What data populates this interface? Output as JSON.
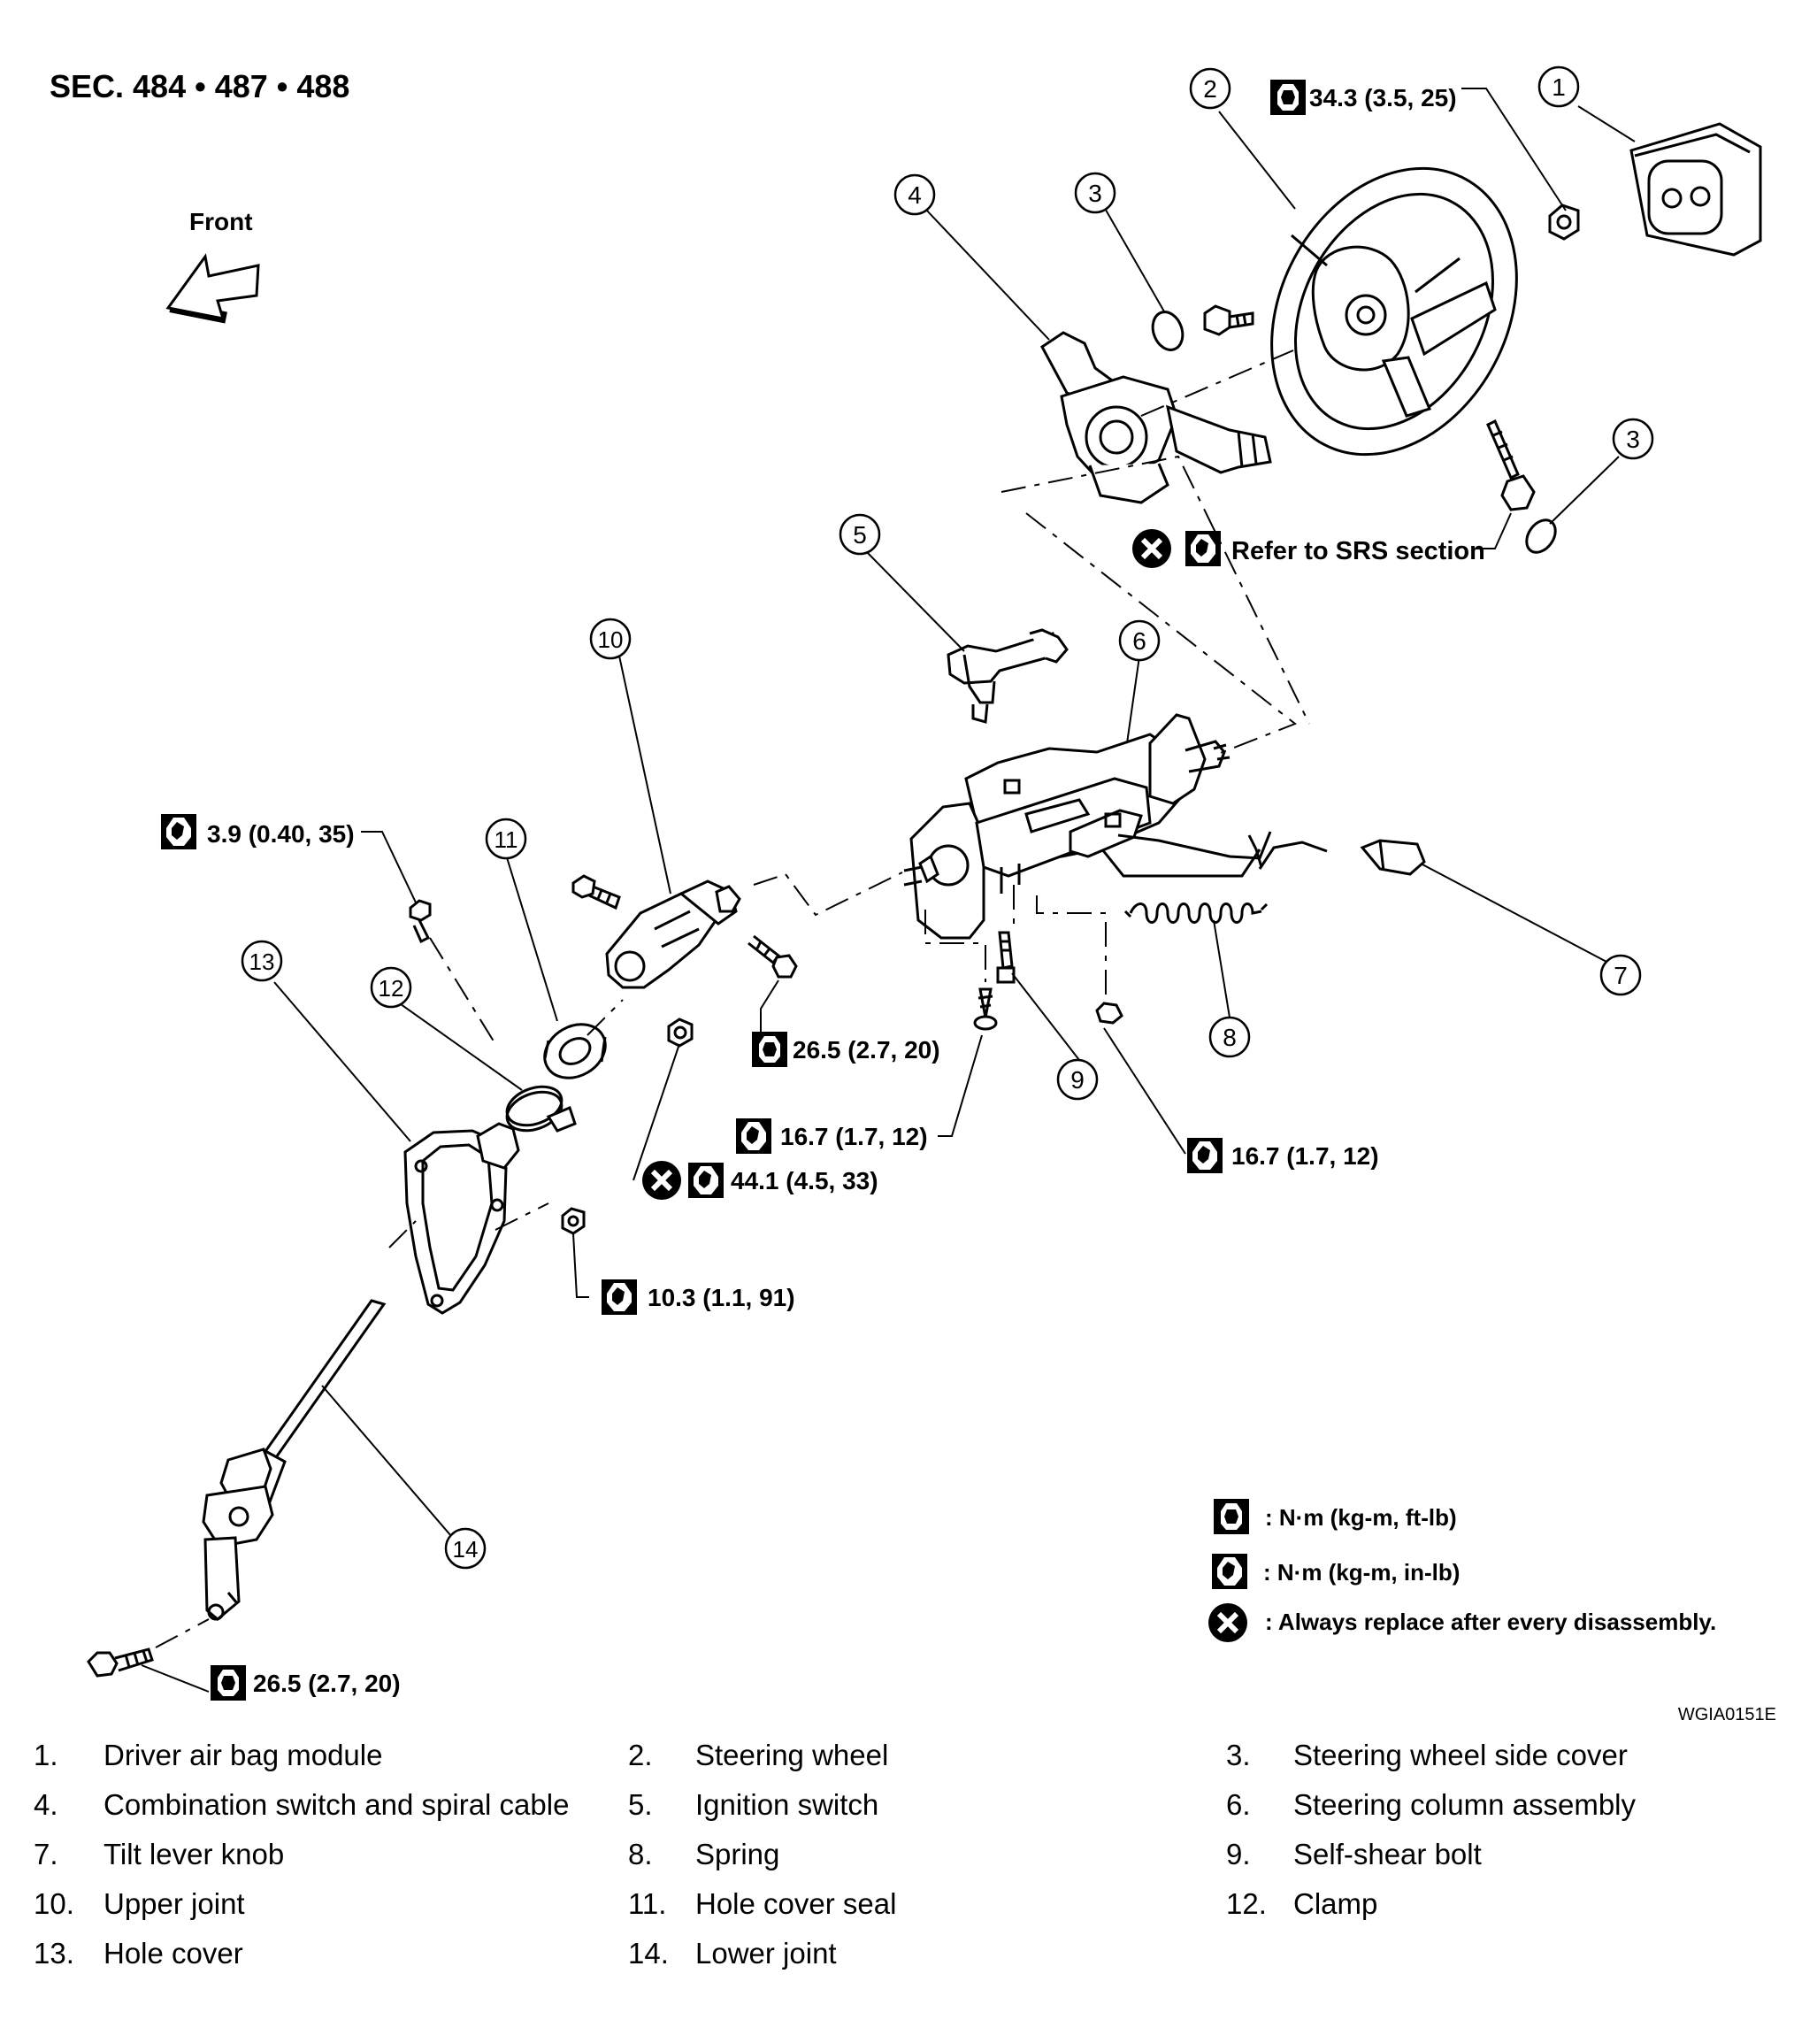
{
  "diagram": {
    "section": "SEC. 484 • 487 • 488",
    "front_label": "Front",
    "figure_code": "WGIA0151E",
    "callouts": [
      "1",
      "2",
      "3",
      "3",
      "4",
      "5",
      "6",
      "7",
      "8",
      "9",
      "10",
      "11",
      "12",
      "13",
      "14"
    ],
    "torques": {
      "wheel_nut": "34.3 (3.5, 25)",
      "srs": "Refer to SRS section",
      "t39": "3.9 (0.40, 35)",
      "t265_upper": "26.5 (2.7, 20)",
      "t167_left": "16.7 (1.7, 12)",
      "t167_right": "16.7 (1.7, 12)",
      "t441": "44.1 (4.5, 33)",
      "t103": "10.3 (1.1, 91)",
      "t265_lower": "26.5 (2.7, 20)"
    },
    "key": {
      "ftlb": ": N·m (kg-m, ft-lb)",
      "inlb": ": N·m (kg-m, in-lb)",
      "replace": ": Always replace after every disassembly."
    }
  },
  "parts_legend": [
    {
      "num": "1.",
      "name": "Driver air bag module"
    },
    {
      "num": "2.",
      "name": "Steering wheel"
    },
    {
      "num": "3.",
      "name": "Steering wheel side cover"
    },
    {
      "num": "4.",
      "name": "Combination switch and spiral cable"
    },
    {
      "num": "5.",
      "name": "Ignition switch"
    },
    {
      "num": "6.",
      "name": "Steering column assembly"
    },
    {
      "num": "7.",
      "name": "Tilt lever knob"
    },
    {
      "num": "8.",
      "name": "Spring"
    },
    {
      "num": "9.",
      "name": "Self-shear bolt"
    },
    {
      "num": "10.",
      "name": "Upper joint"
    },
    {
      "num": "11.",
      "name": "Hole cover seal"
    },
    {
      "num": "12.",
      "name": "Clamp"
    },
    {
      "num": "13.",
      "name": "Hole cover"
    },
    {
      "num": "14.",
      "name": "Lower joint"
    }
  ]
}
